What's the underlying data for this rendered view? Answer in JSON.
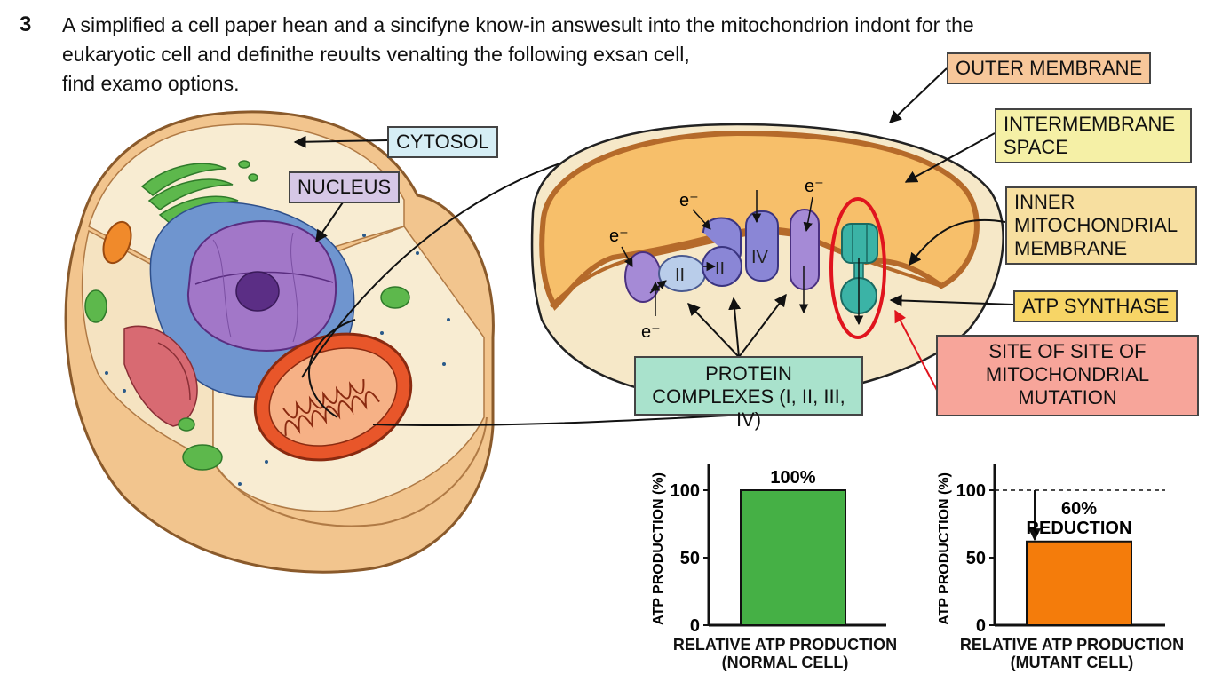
{
  "question": {
    "number": "3",
    "lines": [
      "A simplified a cell paper hean and a sincifyne know-in answesult into the mitochondrion indont for the",
      "eukaryotic cell and definithe reʋults venalting the following exsan cell,",
      "find examo options."
    ]
  },
  "labels": {
    "cytosol": "CYTOSOL",
    "nucleus": "NUCLEUS",
    "outer_membrane": "OUTER MEMBRANE",
    "intermembrane_space": "INTERMEMBRANE SPACE",
    "inner_membrane": "INNER MITOCHONDRIAL MEMBRANE",
    "atp_synthase": "ATP SYNTHASE",
    "mutation_site": "SITE OF SITE OF MITOCHONDRIAL MUTATION",
    "protein_complexes": "PROTEIN COMPLEXES (I, II, III, IV)",
    "electron": "e⁻",
    "complex_ii_a": "II",
    "complex_ii_b": "II",
    "complex_iv": "IV"
  },
  "colors": {
    "cell_fill": "#f2c58e",
    "cytoplasm": "#f8ecd2",
    "mito_fill": "#f7bf6a",
    "mito_inner": "#f6e8c8",
    "complex": "#a58ad6",
    "synthase": "#3bb3a6",
    "mutation_ring": "#e0141e",
    "normal_bar": "#45b045",
    "mutant_bar": "#f47c0b"
  },
  "chart_data": [
    {
      "type": "bar",
      "title": "RELATIVE ATP PRODUCTION (NORMAL CELL)",
      "ylabel": "ATP PRODUCTION (%)",
      "yticks": [
        "0",
        "50",
        "100"
      ],
      "ylim": [
        0,
        100
      ],
      "values": [
        100
      ],
      "data_label": "100%",
      "bar_color": "#45b045"
    },
    {
      "type": "bar",
      "title": "RELATIVE ATP PRODUCTION (MUTANT CELL)",
      "ylabel": "ATP PRODUCTION (%)",
      "yticks": [
        "0",
        "50",
        "100"
      ],
      "ylim": [
        0,
        100
      ],
      "values": [
        62
      ],
      "reference_line": 100,
      "annotation": "60% REDUCTION",
      "bar_color": "#f47c0b"
    }
  ]
}
